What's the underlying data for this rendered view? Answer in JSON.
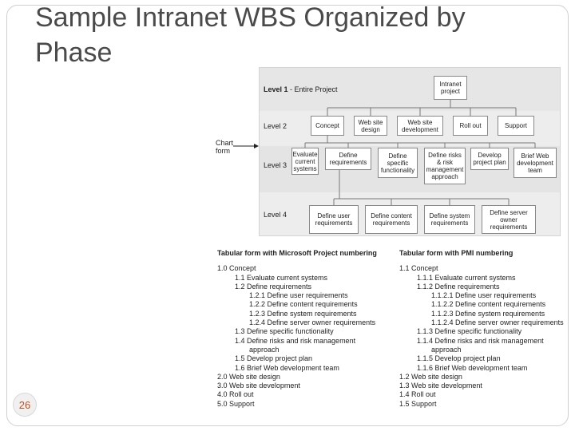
{
  "slide": {
    "title": "Sample Intranet WBS Organized by Phase",
    "page_number": "26"
  },
  "chart_form": {
    "label_line1": "Chart",
    "label_line2": "form"
  },
  "chart": {
    "levels": [
      {
        "bold": "Level 1",
        "text": " - Entire Project"
      },
      {
        "bold": "",
        "text": "Level 2"
      },
      {
        "bold": "",
        "text": "Level 3"
      },
      {
        "bold": "",
        "text": "Level 4"
      }
    ],
    "root": "Intranet project",
    "level2": [
      "Concept",
      "Web site design",
      "Web site development",
      "Roll out",
      "Support"
    ],
    "level3": [
      "Evaluate current systems",
      "Define requirements",
      "Define specific functionality",
      "Define risks & risk management approach",
      "Develop project plan",
      "Brief Web development team"
    ],
    "level4": [
      "Define user requirements",
      "Define content requirements",
      "Define system requirements",
      "Define server owner requirements"
    ]
  },
  "tabular_msp": {
    "header": "Tabular form with Microsoft Project numbering",
    "rows": [
      {
        "indent": 0,
        "text": "1.0 Concept"
      },
      {
        "indent": 1,
        "text": "1.1 Evaluate current systems"
      },
      {
        "indent": 1,
        "text": "1.2 Define requirements"
      },
      {
        "indent": 2,
        "text": "1.2.1 Define user requirements"
      },
      {
        "indent": 2,
        "text": "1.2.2 Define content requirements"
      },
      {
        "indent": 2,
        "text": "1.2.3 Define system requirements"
      },
      {
        "indent": 2,
        "text": "1.2.4 Define server owner requirements"
      },
      {
        "indent": 1,
        "text": "1.3 Define specific functionality"
      },
      {
        "indent": 1,
        "text": "1.4 Define risks and risk management"
      },
      {
        "indent": 3,
        "text": "approach"
      },
      {
        "indent": 1,
        "text": "1.5 Develop project plan"
      },
      {
        "indent": 1,
        "text": "1.6 Brief Web development team"
      },
      {
        "indent": 0,
        "text": "2.0 Web site design"
      },
      {
        "indent": 0,
        "text": "3.0 Web site development"
      },
      {
        "indent": 0,
        "text": "4.0 Roll out"
      },
      {
        "indent": 0,
        "text": "5.0 Support"
      }
    ]
  },
  "tabular_pmi": {
    "header": "Tabular form with PMI numbering",
    "rows": [
      {
        "indent": 0,
        "text": "1.1 Concept"
      },
      {
        "indent": 1,
        "text": "1.1.1 Evaluate current systems"
      },
      {
        "indent": 1,
        "text": "1.1.2 Define requirements"
      },
      {
        "indent": 2,
        "text": "1.1.2.1 Define user requirements"
      },
      {
        "indent": 2,
        "text": "1.1.2.2 Define content requirements"
      },
      {
        "indent": 2,
        "text": "1.1.2.3 Define system requirements"
      },
      {
        "indent": 2,
        "text": "1.1.2.4 Define server owner requirements"
      },
      {
        "indent": 1,
        "text": "1.1.3 Define specific functionality"
      },
      {
        "indent": 1,
        "text": "1.1.4 Define risks and risk management"
      },
      {
        "indent": 3,
        "text": "approach"
      },
      {
        "indent": 1,
        "text": "1.1.5 Develop project plan"
      },
      {
        "indent": 1,
        "text": "1.1.6 Brief Web development team"
      },
      {
        "indent": 0,
        "text": "1.2 Web site design"
      },
      {
        "indent": 0,
        "text": "1.3 Web site development"
      },
      {
        "indent": 0,
        "text": "1.4 Roll out"
      },
      {
        "indent": 0,
        "text": "1.5 Support"
      }
    ]
  }
}
